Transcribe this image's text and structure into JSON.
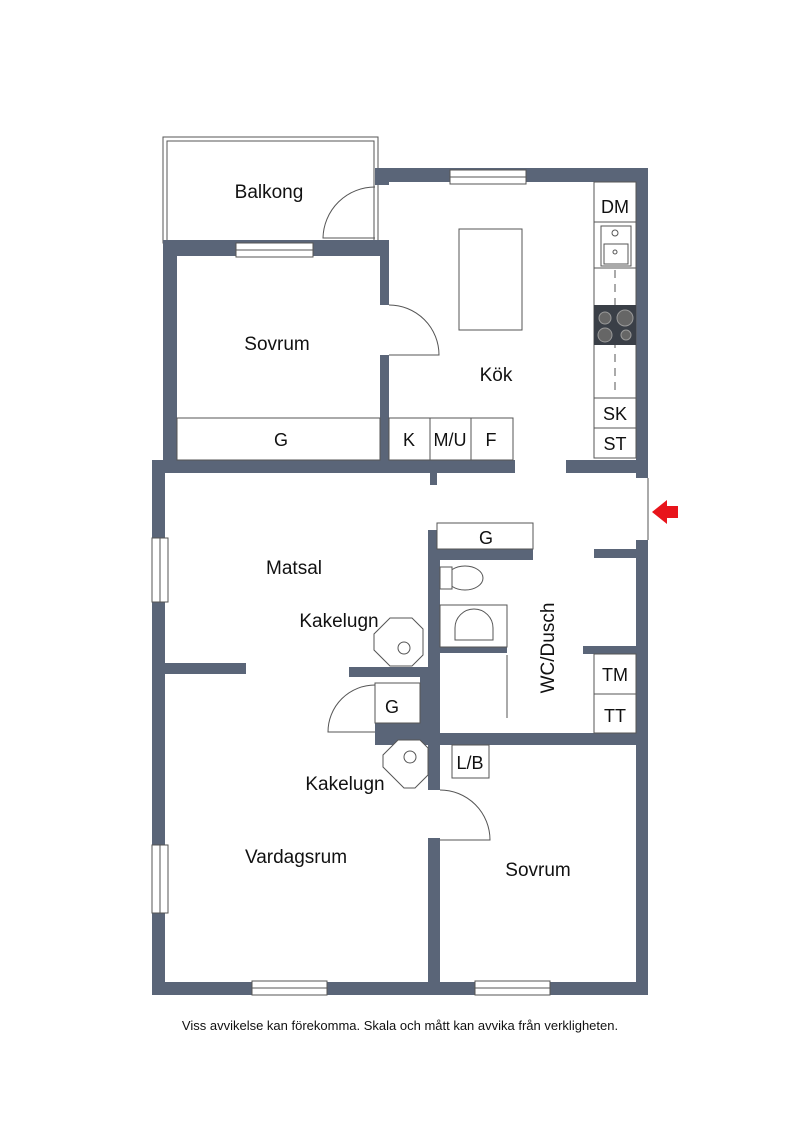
{
  "rooms": {
    "balkong": "Balkong",
    "sovrum1": "Sovrum",
    "kok": "Kök",
    "matsal": "Matsal",
    "kakelugn1": "Kakelugn",
    "kakelugn2": "Kakelugn",
    "vardagsrum": "Vardagsrum",
    "sovrum2": "Sovrum",
    "wc": "WC/Dusch"
  },
  "fixtures": {
    "dm": "DM",
    "sk": "SK",
    "st": "ST",
    "g1": "G",
    "k": "K",
    "mu": "M/U",
    "f": "F",
    "g2": "G",
    "g3": "G",
    "tm": "TM",
    "tt": "TT",
    "lb": "L/B"
  },
  "colors": {
    "wall": "#5a6578",
    "entry_arrow": "#e8141b"
  },
  "footer": "Viss avvikelse kan förekomma. Skala och mått kan avvika från verkligheten."
}
